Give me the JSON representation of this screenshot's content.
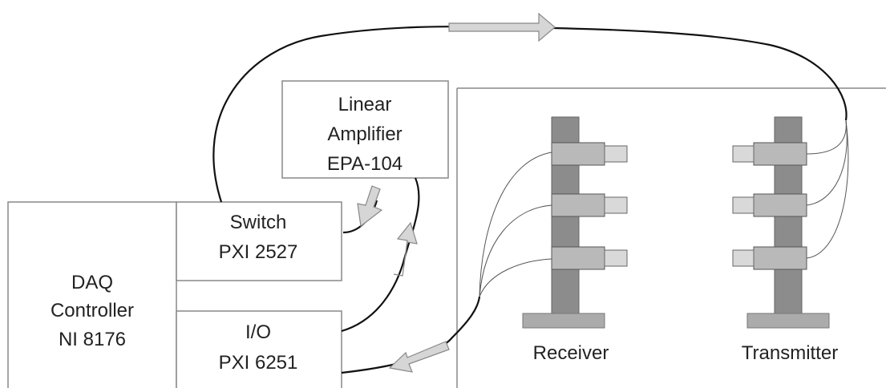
{
  "labels": {
    "amplifier": [
      "Linear",
      "Amplifier",
      "EPA-104"
    ],
    "switch": [
      "Switch",
      "PXI 2527"
    ],
    "daq": [
      "DAQ",
      "Controller",
      "NI 8176"
    ],
    "io": [
      "I/O",
      "PXI 6251"
    ],
    "receiver": "Receiver",
    "transmitter": "Transmitter"
  }
}
